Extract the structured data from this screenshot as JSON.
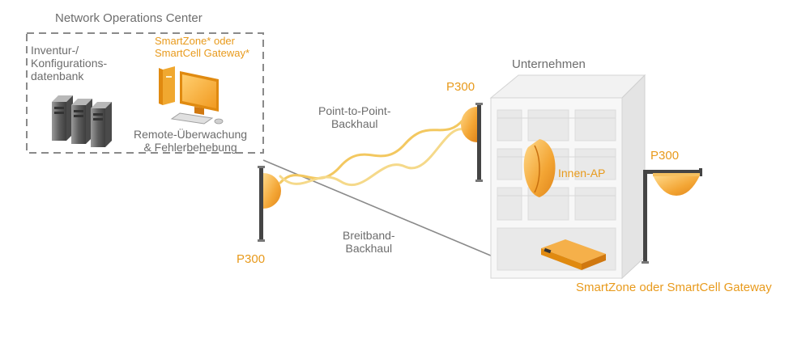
{
  "labels": {
    "noc_title": "Network Operations Center",
    "inventory_line1": "Inventur-/",
    "inventory_line2": "Konfigurations-",
    "inventory_line3": "datenbank",
    "smartzone_top_line1": "SmartZone* oder",
    "smartzone_top_line2": "SmartCell Gateway*",
    "remote_line1": "Remote-Überwachung",
    "remote_line2": "& Fehlerbehebung",
    "ptp_line1": "Point-to-Point-",
    "ptp_line2": "Backhaul",
    "broadband_line1": "Breitband-",
    "broadband_line2": "Backhaul",
    "company": "Unternehmen",
    "p300_left": "P300",
    "p300_center": "P300",
    "p300_right": "P300",
    "indoor_ap": "Innen-AP",
    "smartzone_bottom": "SmartZone oder SmartCell Gateway"
  },
  "icons": {
    "servers": "server-rack-icon",
    "workstation": "desktop-computer-icon",
    "antenna": "p300-antenna-icon",
    "building": "office-building-icon",
    "indoor_ap": "indoor-access-point-icon",
    "gateway": "gateway-appliance-icon"
  },
  "colors": {
    "accent": "#f0a830",
    "accent_dark": "#e08a10",
    "text_gray": "#6d6d6d",
    "line_gray": "#8a8a8a",
    "wave_yellow": "#f5d070"
  }
}
